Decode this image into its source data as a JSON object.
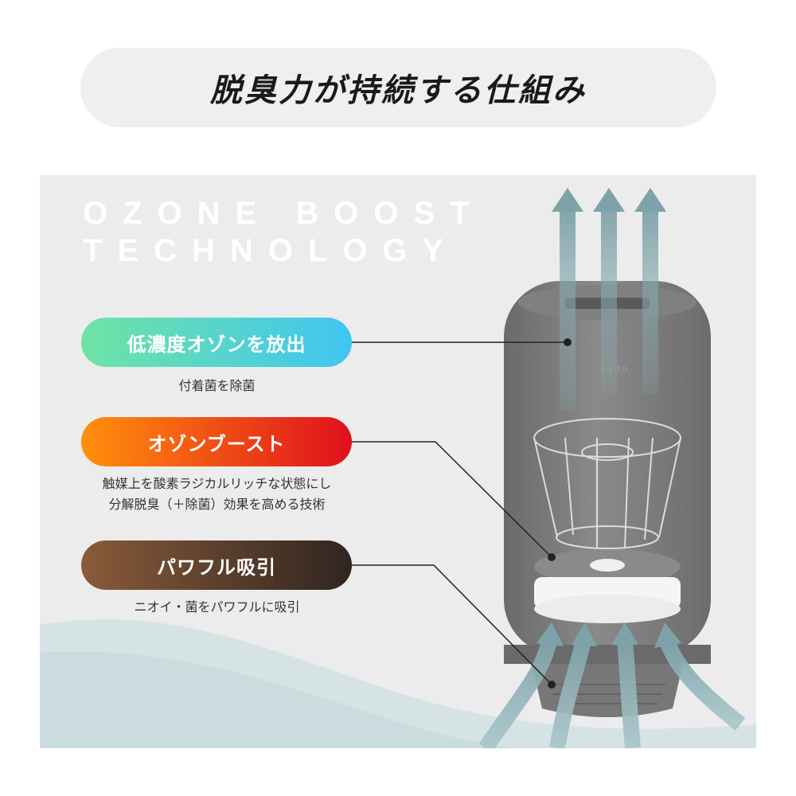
{
  "title": "脱臭力が持続する仕組み",
  "background_text": [
    "OZONE BOOST",
    "TECHNOLOGY"
  ],
  "device_brand": "cado",
  "features": [
    {
      "label": "低濃度オゾンを放出",
      "caption_lines": [
        "付着菌を除菌"
      ]
    },
    {
      "label": "オゾンブースト",
      "caption_lines": [
        "触媒上を酸素ラジカルリッチな状態にし",
        "分解脱臭（＋除菌）効果を高める技術"
      ]
    },
    {
      "label": "パワフル吸引",
      "caption_lines": [
        "ニオイ・菌をパワフルに吸引"
      ]
    }
  ],
  "colors": {
    "title_bg": "#efefef",
    "panel_bg": "#ececec",
    "device": "#7a7a7a",
    "airflow": "#7fa3aa",
    "pill1_gradient": [
      "#6fe3a4",
      "#3fc6f2"
    ],
    "pill2_gradient": [
      "#ff8f0b",
      "#e0101e"
    ],
    "pill3_gradient": [
      "#8a5a3a",
      "#2f2620"
    ]
  },
  "icons": [
    "arrow-up-icon",
    "arrow-up-icon",
    "arrow-up-icon",
    "intake-arrow-icon"
  ]
}
